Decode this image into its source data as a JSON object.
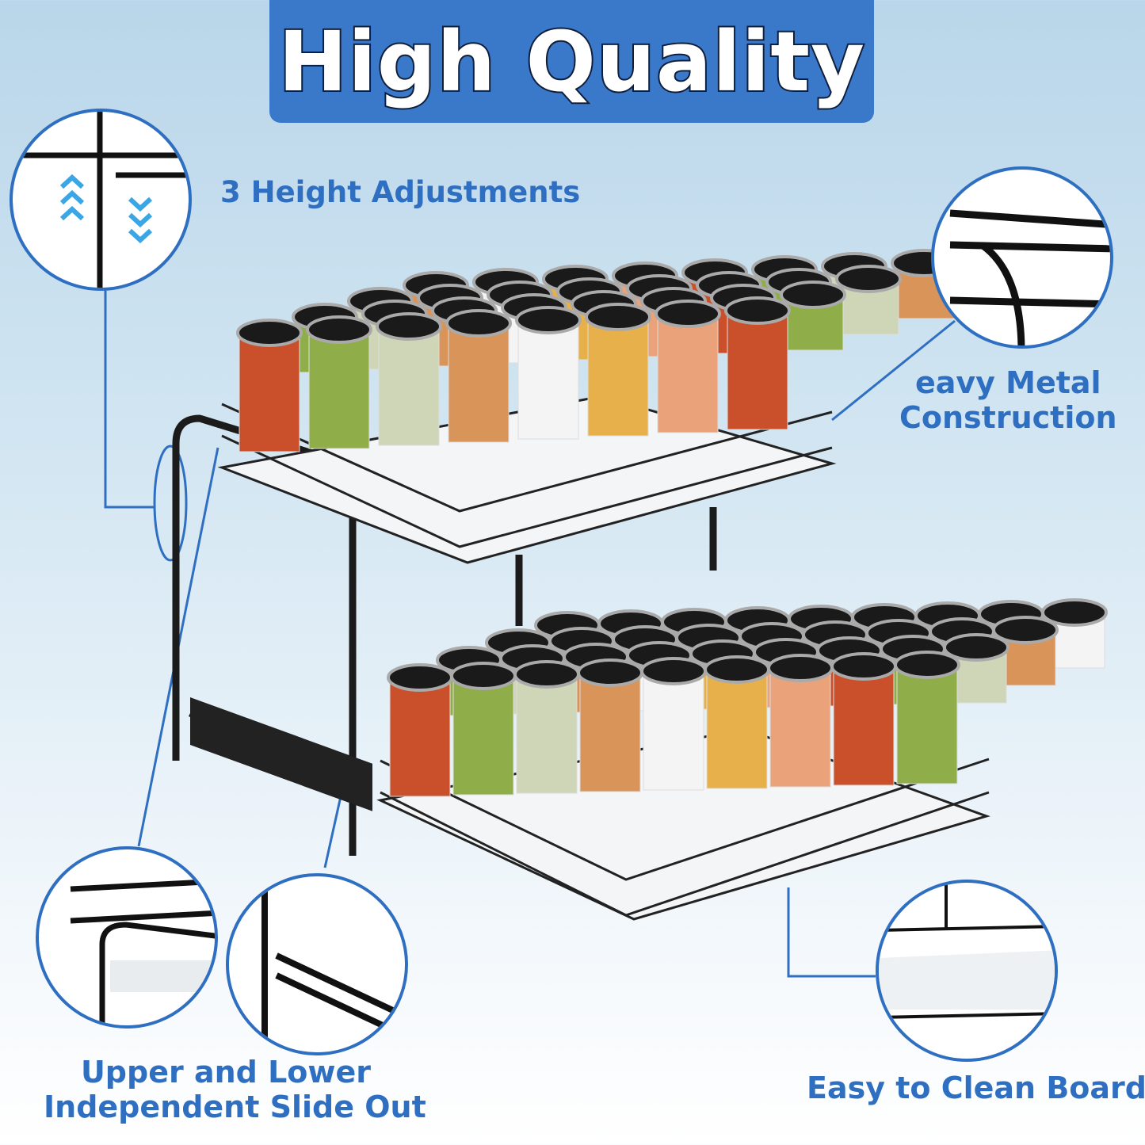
{
  "banner": {
    "title": "High Quality"
  },
  "features": {
    "height": "3 Height Adjustments",
    "metal_line1": "eavy Metal",
    "metal_line2": "Construction",
    "slide_line1": "Upper and Lower",
    "slide_line2": "Independent Slide Out",
    "board": "Easy to Clean Board"
  },
  "colors": {
    "accent": "#2f6fc2",
    "banner": "#3a78c9",
    "arrow": "#3aa6e6"
  }
}
